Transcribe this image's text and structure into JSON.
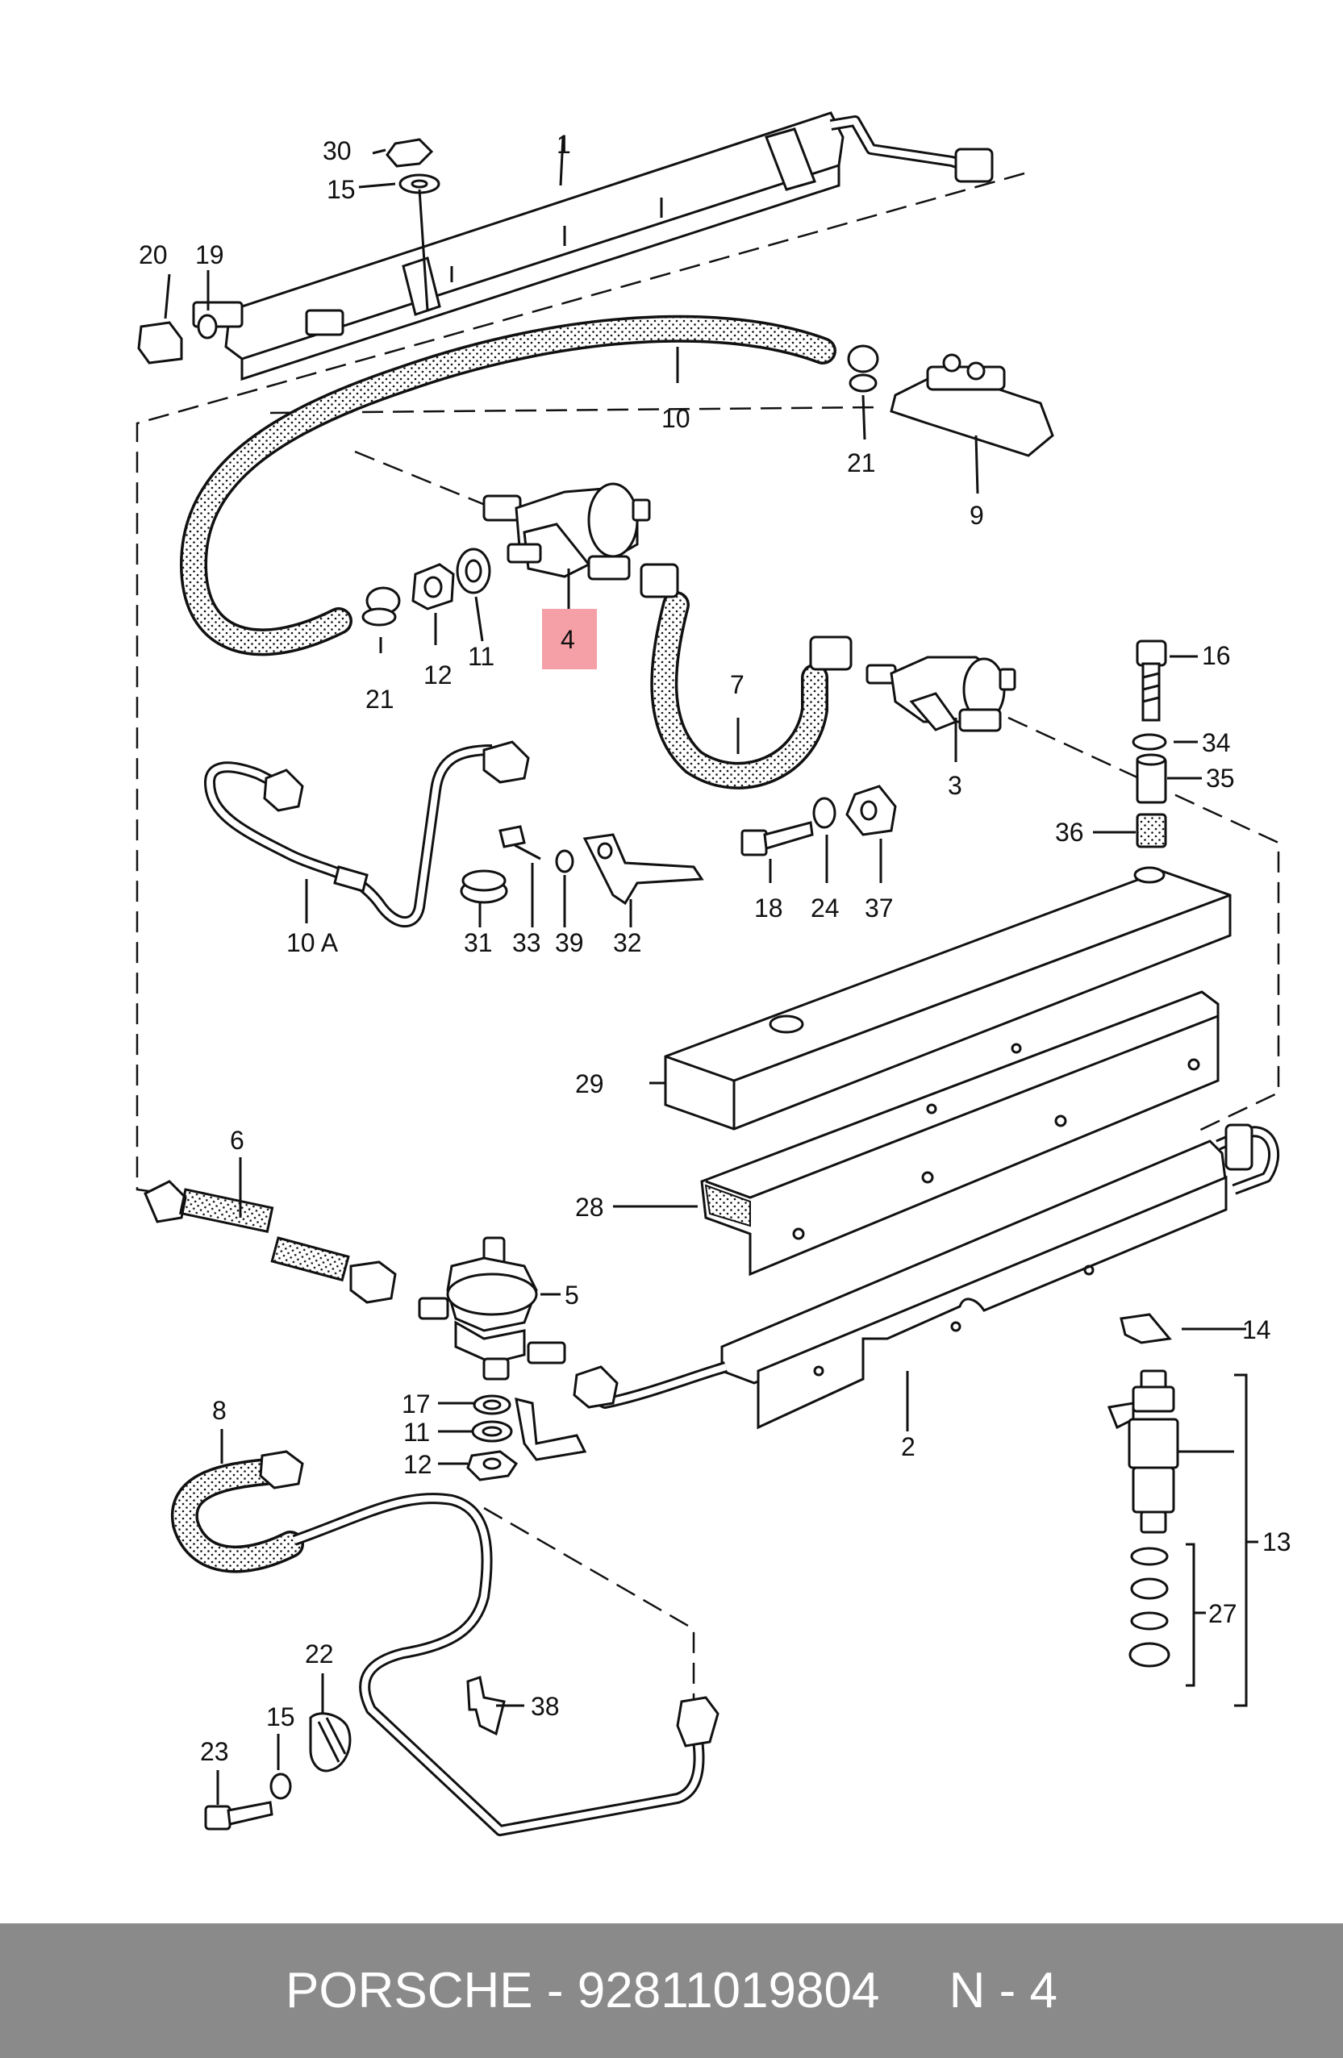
{
  "callouts": {
    "c1": "1",
    "c2": "2",
    "c3": "3",
    "c4": "4",
    "c5": "5",
    "c6": "6",
    "c7": "7",
    "c8": "8",
    "c9": "9",
    "c10": "10",
    "c10a": "10 A",
    "c11a": "11",
    "c11b": "11",
    "c12a": "12",
    "c12b": "12",
    "c13": "13",
    "c14": "14",
    "c15a": "15",
    "c15b": "15",
    "c16": "16",
    "c17": "17",
    "c18": "18",
    "c19": "19",
    "c20": "20",
    "c21a": "21",
    "c21b": "21",
    "c22": "22",
    "c23": "23",
    "c24": "24",
    "c27": "27",
    "c28": "28",
    "c29": "29",
    "c30": "30",
    "c31": "31",
    "c32": "32",
    "c33": "33",
    "c34": "34",
    "c35": "35",
    "c36": "36",
    "c37": "37",
    "c38": "38",
    "c39": "39"
  },
  "highlighted_part": "4",
  "highlight_color": "#f4a0a6",
  "footer": {
    "text": "PORSCHE - 92811019804     N - 4",
    "background": "#8a8a8a"
  }
}
